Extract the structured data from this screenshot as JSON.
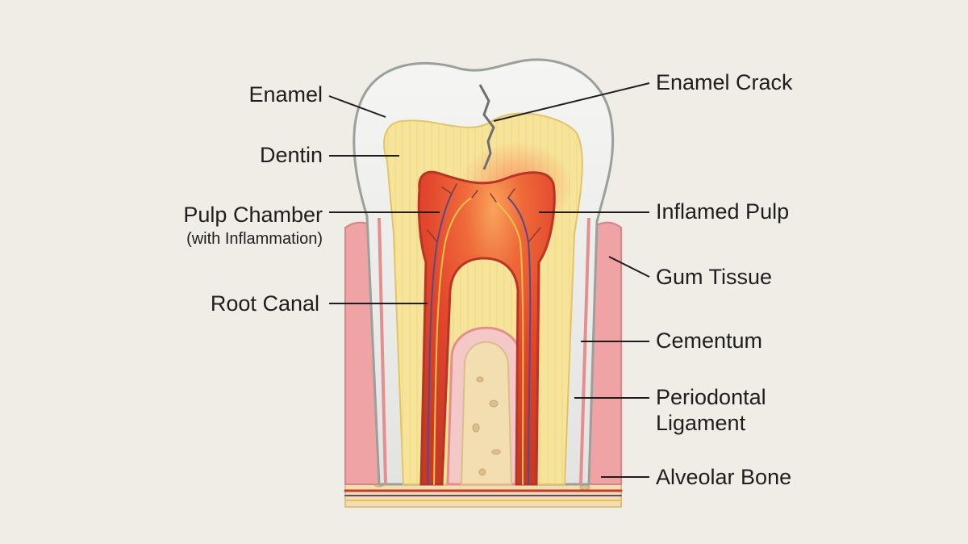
{
  "colors": {
    "background": "#efede5",
    "enamel": "#ececea",
    "dentin": "#f6e49a",
    "pulp_inflamed": "#e2452b",
    "gum": "#efa3a5",
    "bone": "#f2deb0",
    "leader_line": "#1e1e1e"
  },
  "labels": {
    "left": {
      "enamel": "Enamel",
      "dentin": "Dentin",
      "pulp_chamber": "Pulp Chamber",
      "pulp_chamber_note": "(with Inflammation)",
      "root_canal": "Root Canal"
    },
    "right": {
      "enamel_crack": "Enamel Crack",
      "inflamed_pulp": "Inflamed Pulp",
      "gum_tissue": "Gum Tissue",
      "cementum": "Cementum",
      "periodontal_line1": "Periodontal",
      "periodontal_line2": "Ligament",
      "alveolar_bone": "Alveolar Bone"
    }
  }
}
